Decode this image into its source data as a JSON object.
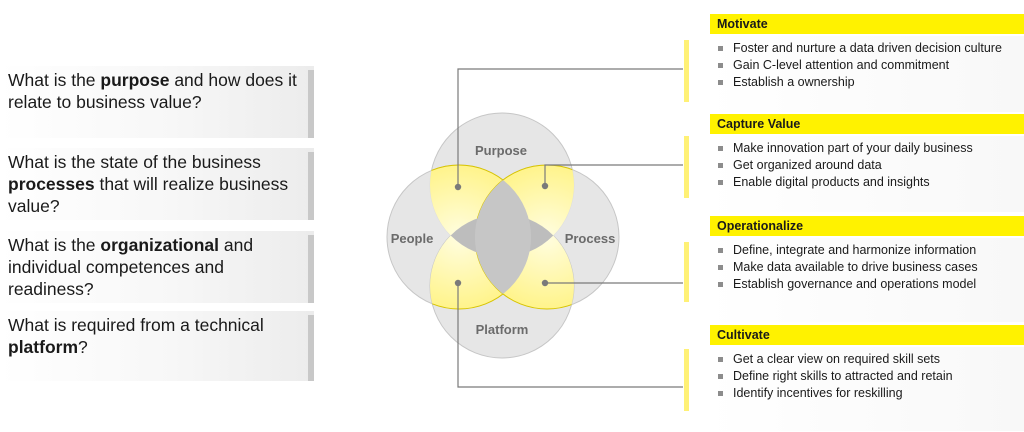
{
  "questions": [
    {
      "before": "What is the ",
      "bold": "purpose",
      "after": " and how does it relate to business value?"
    },
    {
      "before": "What is the state of the business ",
      "bold": "processes",
      "after": " that will realize business value?"
    },
    {
      "before": "What is the ",
      "bold": "organizational",
      "after": " and individual competences and readiness?"
    },
    {
      "before": "What is required from a technical ",
      "bold": "platform",
      "after": "?"
    }
  ],
  "venn": {
    "labels": {
      "purpose": "Purpose",
      "people": "People",
      "process": "Process",
      "platform": "Platform"
    }
  },
  "panels": [
    {
      "title": "Motivate",
      "items": [
        "Foster and nurture a data driven decision culture",
        "Gain C-level attention and commitment",
        "Establish a ownership"
      ]
    },
    {
      "title": "Capture Value",
      "items": [
        "Make innovation part of your daily business",
        "Get organized around data",
        "Enable digital products and insights"
      ]
    },
    {
      "title": "Operationalize",
      "items": [
        "Define, integrate and harmonize information",
        "Make data available to drive business cases",
        "Establish governance and operations model"
      ]
    },
    {
      "title": "Cultivate",
      "items": [
        "Get a clear view on required skill sets",
        "Define right skills to attracted and retain",
        "Identify incentives for reskilling"
      ]
    }
  ],
  "colors": {
    "accent": "#fff200",
    "accent_light": "#fff176",
    "circle": "#d9d9d9",
    "connector": "#7a7a7a"
  }
}
